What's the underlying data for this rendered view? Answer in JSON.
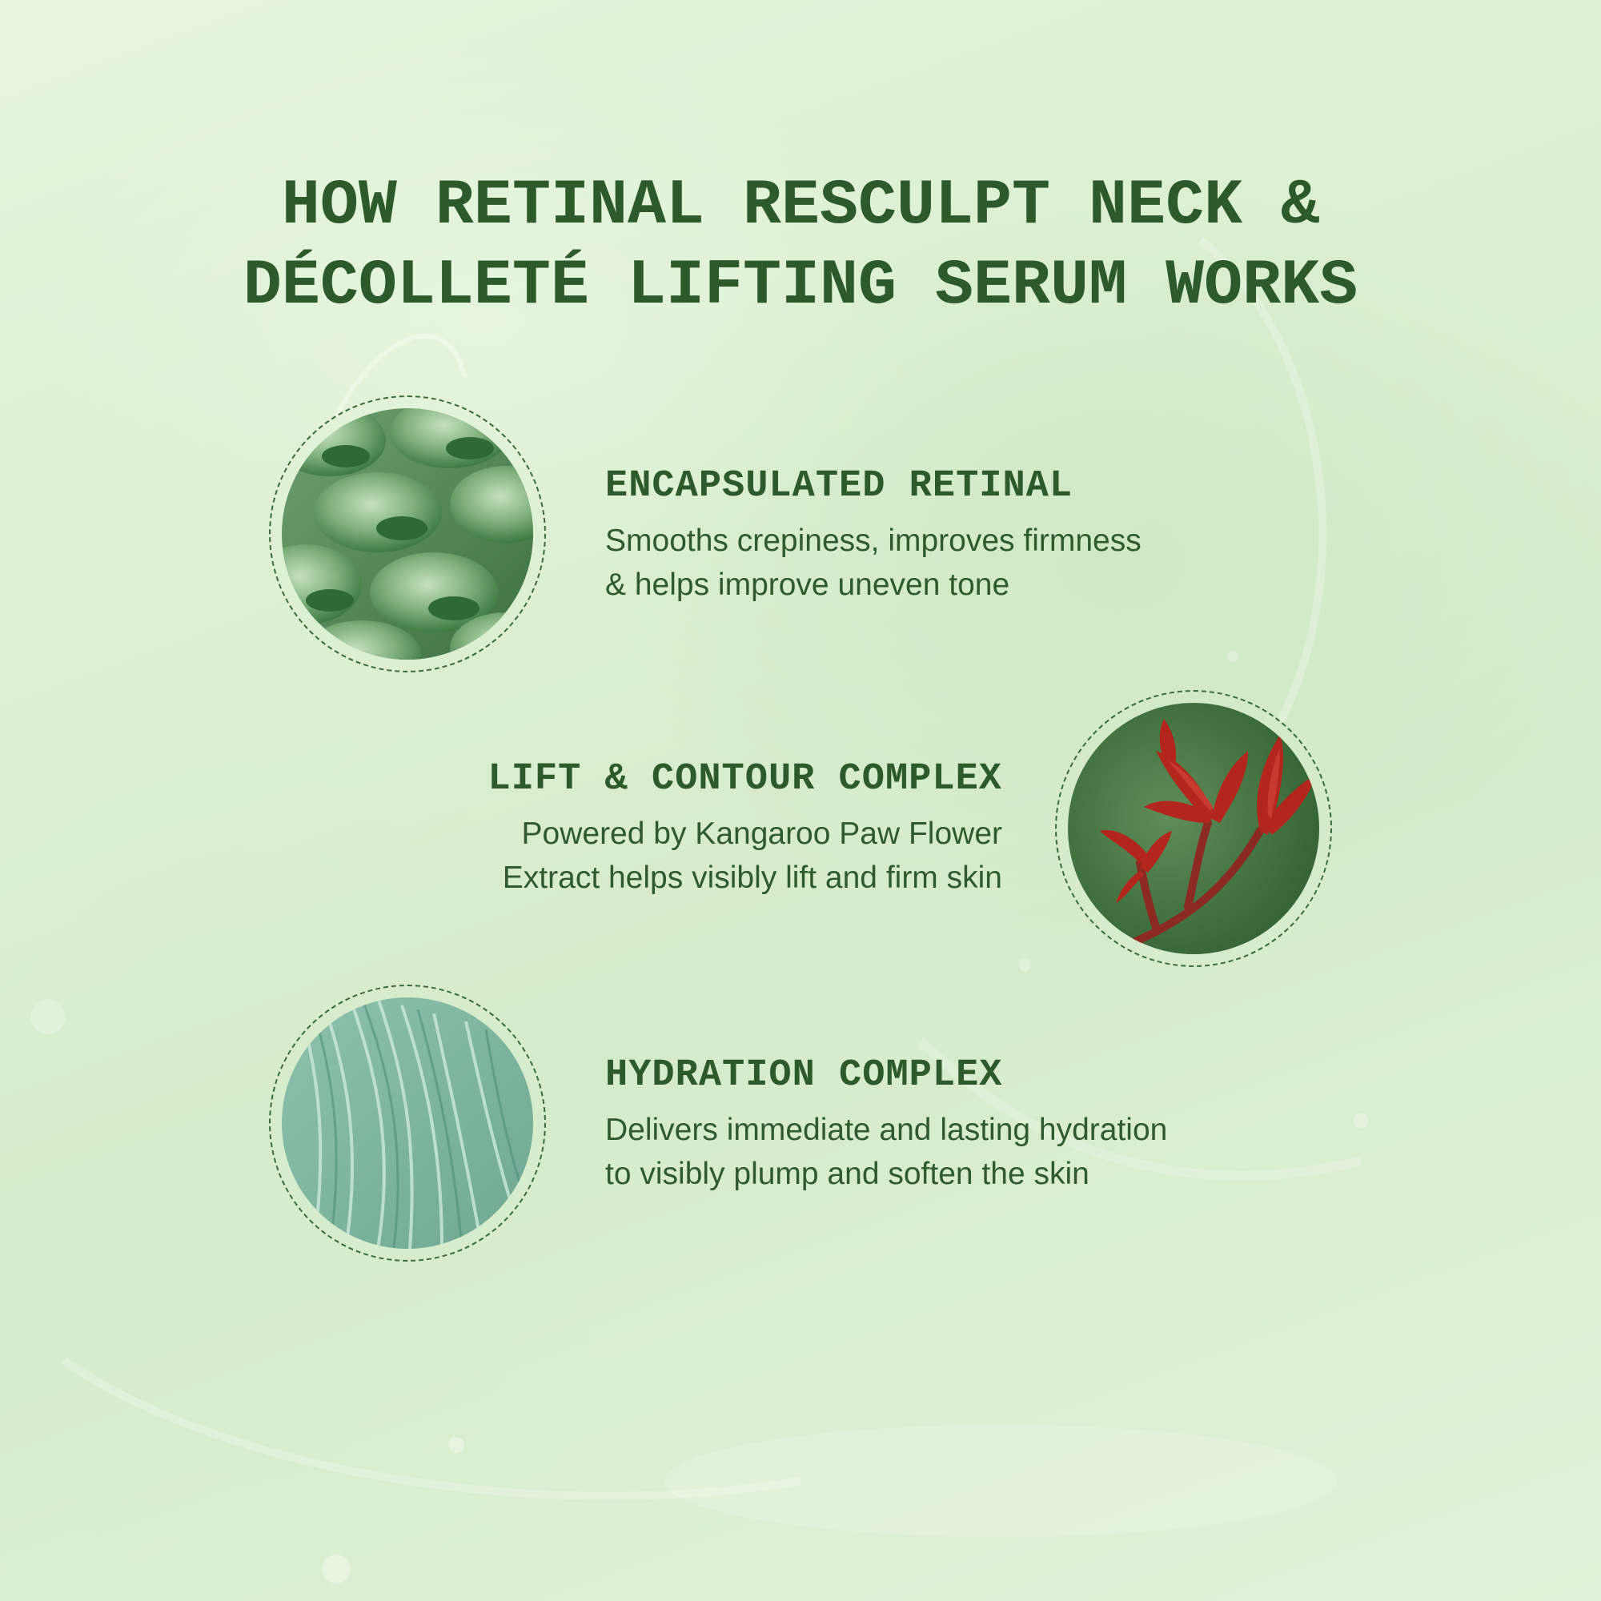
{
  "title": {
    "line1": "HOW RETINAL RESCULPT NECK &",
    "line2": "DÉCOLLETÉ LIFTING SERUM WORKS"
  },
  "features": [
    {
      "title": "ENCAPSULATED RETINAL",
      "desc_line1": "Smooths crepiness, improves firmness",
      "desc_line2": "& helps improve uneven tone",
      "image": "green-capsule-texture"
    },
    {
      "title": "LIFT & CONTOUR COMPLEX",
      "desc_line1": "Powered by Kangaroo Paw Flower",
      "desc_line2": "Extract helps visibly lift and firm skin",
      "image": "red-kangaroo-paw-flower"
    },
    {
      "title": "HYDRATION COMPLEX",
      "desc_line1": "Delivers immediate and lasting hydration",
      "desc_line2": "to visibly plump and soften the skin",
      "image": "teal-water-ripple-texture"
    }
  ],
  "colors": {
    "text": "#2c5a2b",
    "background": "#dcefd1",
    "accent_red": "#b3261e"
  }
}
